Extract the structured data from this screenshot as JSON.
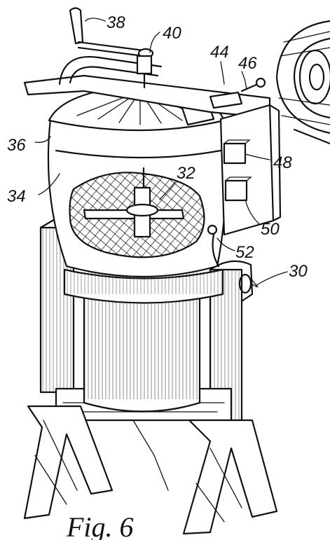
{
  "figure": {
    "reference_numerals": [
      "38",
      "40",
      "44",
      "46",
      "36",
      "48",
      "34",
      "32",
      "50",
      "52",
      "30"
    ],
    "caption": "Fig. 6"
  }
}
